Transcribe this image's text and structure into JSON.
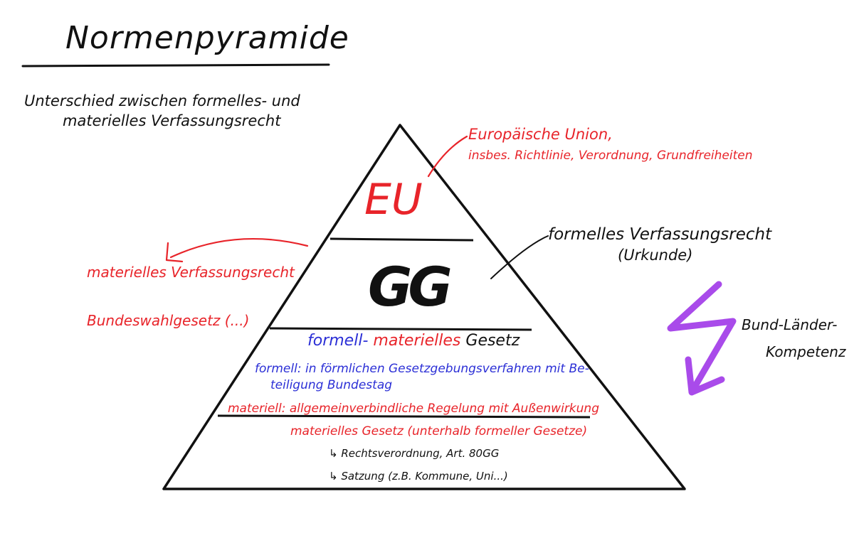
{
  "title": "Normenpyramide",
  "subtitle": {
    "line1": "Unterschied zwischen formelles- und",
    "line2": "materielles Verfassungsrecht"
  },
  "pyramid": {
    "tier1": "EU",
    "tier2": "GG",
    "tier3_heading": {
      "part1": "formell-",
      "part2": "materielles",
      "part3": "Gesetz"
    },
    "tier3_formell": {
      "line1": "formell: in förmlichen Gesetzgebungsverfahren mit Be-",
      "line2": "teiligung Bundestag"
    },
    "tier3_materiell": "materiell: allgemeinverbindliche Regelung mit Außenwirkung",
    "tier4_heading": "materielles Gesetz (unterhalb formeller Gesetze)",
    "tier4_item1": "↳ Rechtsverordnung, Art. 80GG",
    "tier4_item2": "↳ Satzung (z.B. Kommune, Uni...)"
  },
  "annotations": {
    "eu_line1": "Europäische Union,",
    "eu_line2": "insbes. Richtlinie, Verordnung, Grundfreiheiten",
    "formal_line1": "formelles Verfassungsrecht",
    "formal_line2": "(Urkunde)",
    "material": "materielles Verfassungsrecht",
    "bwg": "Bundeswahlgesetz (...)",
    "competence_line1": "Bund-Länder-",
    "competence_line2": "Kompetenz"
  },
  "colors": {
    "red": "#e8242a",
    "blue": "#2b2fd6",
    "black": "#111111",
    "purple": "#a94bea"
  }
}
